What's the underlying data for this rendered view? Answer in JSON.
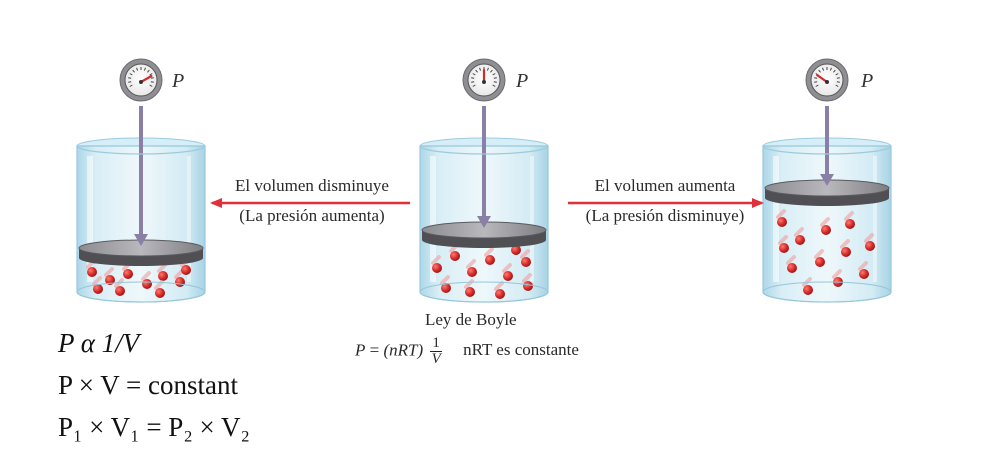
{
  "gauge_label": "P",
  "left_arrow": {
    "line1": "El volumen disminuye",
    "line2": "(La presión aumenta)",
    "color": "#e0303a"
  },
  "right_arrow": {
    "line1": "El volumen aumenta",
    "line2": "(La presión disminuye)",
    "color": "#e0303a"
  },
  "boyle": {
    "title": "Ley de Boyle",
    "eq_lhs": "P",
    "eq_equals": "=",
    "eq_nrt": "(nRT)",
    "eq_num": "1",
    "eq_den": "V",
    "eq_note": "nRT es constante"
  },
  "equations": {
    "line1": "P α 1/V",
    "line2": "P × V = constant",
    "line3": "P₁ × V₁ = P₂ × V₂"
  },
  "colors": {
    "molecule": "#d42a2a",
    "piston": "#6e6e72",
    "rod": "#8a7fa6",
    "beaker": "#bfe0ee"
  }
}
